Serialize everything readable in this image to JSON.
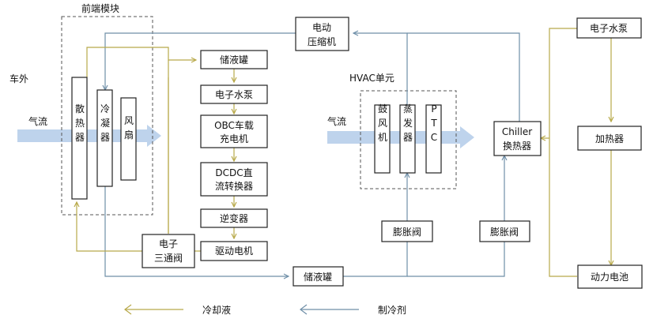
{
  "regions": {
    "front_module": "前端模块",
    "outside": "车外",
    "hvac": "HVAC单元"
  },
  "airflow": {
    "left": "气流",
    "right": "气流"
  },
  "front_components": {
    "radiator": "散热器",
    "condenser": "冷凝器",
    "fan": "风扇"
  },
  "hvac_components": {
    "blower": "鼓风机",
    "evaporator": "蒸发器",
    "ptc": "PTC"
  },
  "nodes": {
    "compressor": [
      "电动",
      "压缩机"
    ],
    "accumulator_top": "储液罐",
    "pump_mid": "电子水泵",
    "obc": [
      "OBC车载",
      "充电机"
    ],
    "dcdc": [
      "DCDC直",
      "流转换器"
    ],
    "inverter": "逆变器",
    "motor": "驱动电机",
    "valve3": [
      "电子",
      "三通阀"
    ],
    "accumulator_bottom": "储液罐",
    "exp_valve_hvac": "膨胀阀",
    "exp_valve_chiller": "膨胀阀",
    "chiller": [
      "Chiller",
      "换热器"
    ],
    "pump_right": "电子水泵",
    "heater": "加热器",
    "battery": "动力电池"
  },
  "legend": {
    "coolant": "冷却液",
    "refrigerant": "制冷剂"
  },
  "colors": {
    "coolant": "#b8a94a",
    "refrigerant": "#6f8fa8",
    "airflow": "#a8c4e6"
  }
}
